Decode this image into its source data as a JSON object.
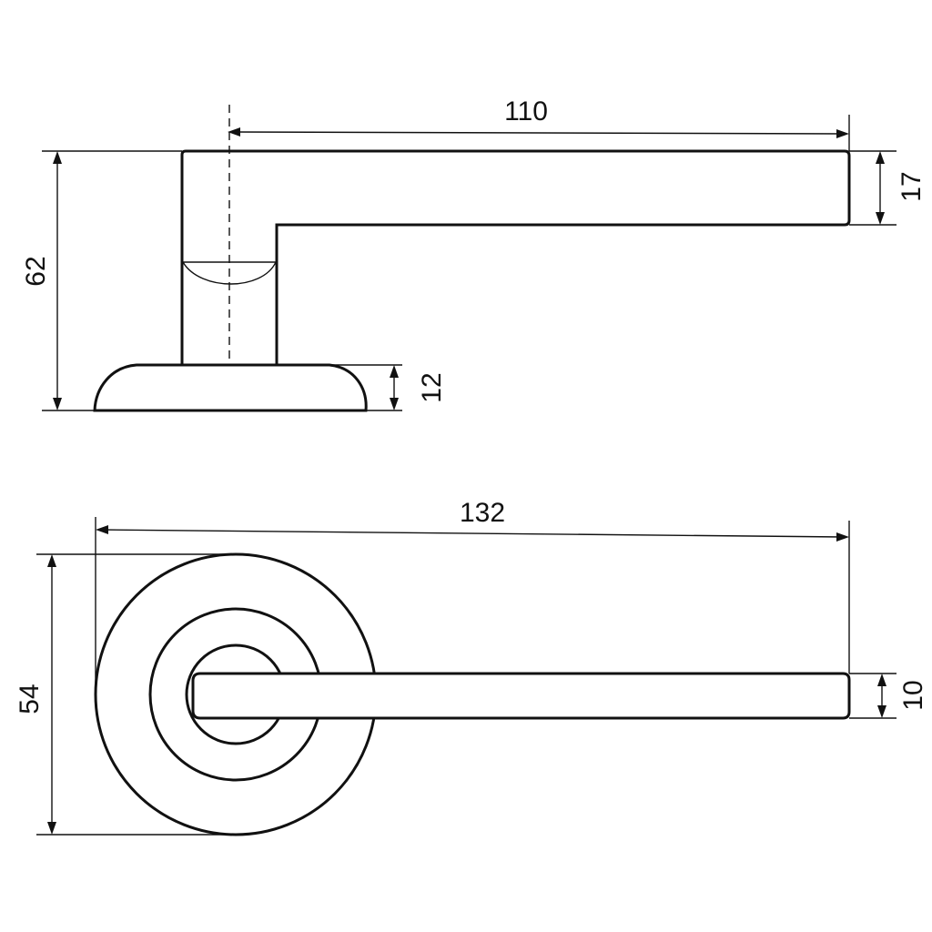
{
  "side_view": {
    "dim_length": "110",
    "dim_height": "62",
    "dim_lever_thickness": "17",
    "dim_rose_height": "12"
  },
  "top_view": {
    "dim_total_length": "132",
    "dim_rose_diameter": "54",
    "dim_lever_width": "10"
  },
  "colors": {
    "line": "#111111",
    "background": "#ffffff"
  }
}
